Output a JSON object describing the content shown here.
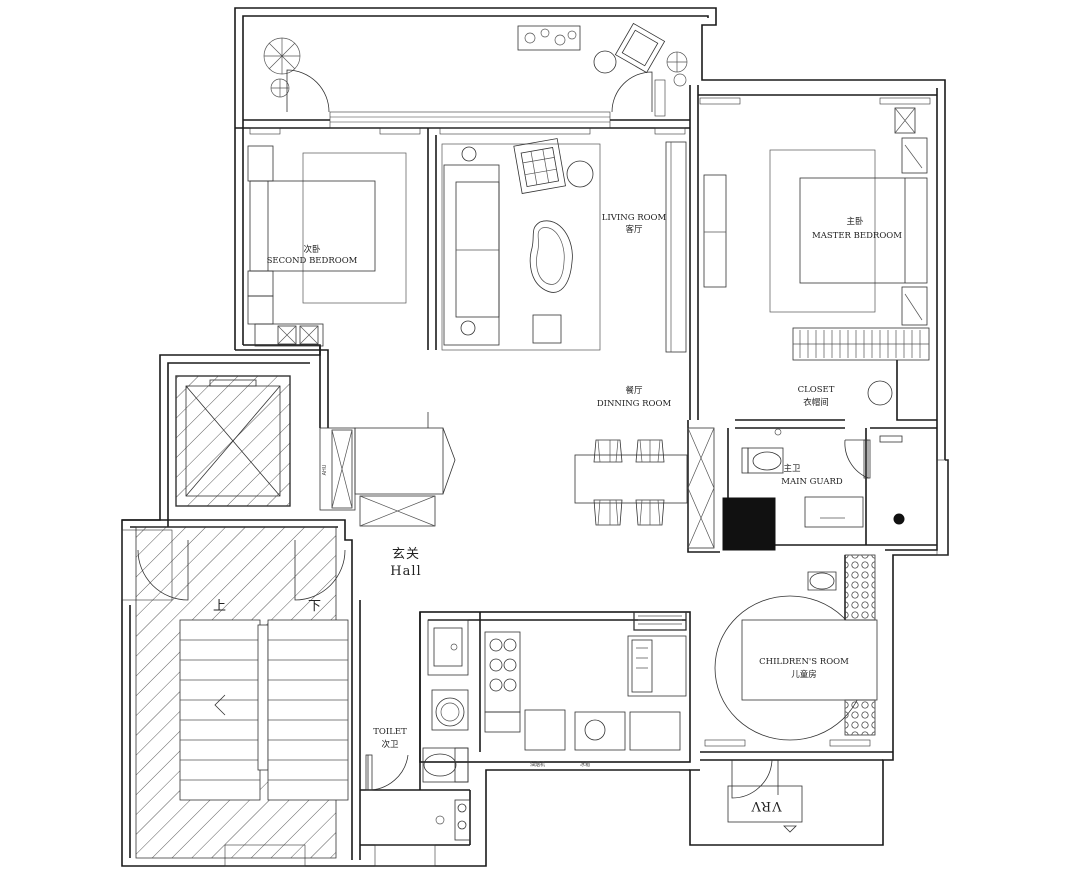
{
  "rooms": {
    "second_bedroom": {
      "cn": "次卧",
      "en": "SECOND BEDROOM"
    },
    "living_room": {
      "en": "LIVING ROOM",
      "cn": "客厅"
    },
    "master_bedroom": {
      "cn": "主卧",
      "en": "MASTER BEDROOM"
    },
    "dining_room": {
      "cn": "餐厅",
      "en": "DINNING ROOM"
    },
    "closet": {
      "en": "CLOSET",
      "cn": "衣帽间"
    },
    "main_bath": {
      "cn": "主卫",
      "en": "MAIN GUARD"
    },
    "hall": {
      "cn": "玄关",
      "en": "Hall"
    },
    "childrens_room": {
      "en": "CHILDREN'S ROOM",
      "cn": "儿童房"
    },
    "toilet": {
      "en": "TOILET",
      "cn": "次卫"
    }
  },
  "stairs": {
    "up": "上",
    "down": "下"
  },
  "misc": {
    "cabinet_tag": "AHU",
    "kitchen_note_a": "油烟机",
    "kitchen_note_b": "冰箱",
    "outdoor_unit": "VRV"
  }
}
